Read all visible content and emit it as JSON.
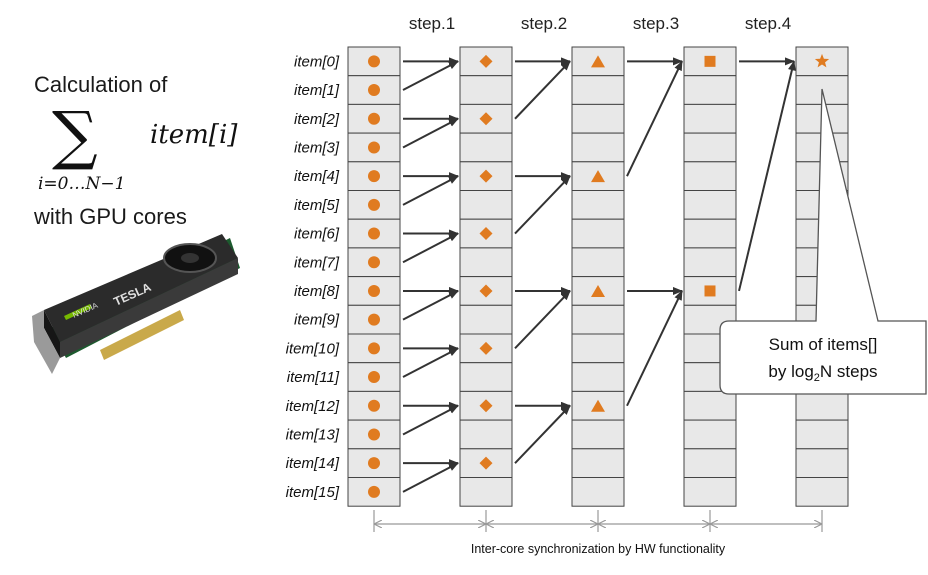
{
  "left_panel": {
    "line1": "Calculation of",
    "sum_symbol": "∑",
    "sum_lower": "i=0…N−1",
    "sum_expr": "item[i]",
    "line2": "with GPU cores",
    "gpu_brand": "TESLA",
    "gpu_vendor": "NVIDIA"
  },
  "steps": [
    "step.1",
    "step.2",
    "step.3",
    "step.4"
  ],
  "items": [
    "item[0]",
    "item[1]",
    "item[2]",
    "item[3]",
    "item[4]",
    "item[5]",
    "item[6]",
    "item[7]",
    "item[8]",
    "item[9]",
    "item[10]",
    "item[11]",
    "item[12]",
    "item[13]",
    "item[14]",
    "item[15]"
  ],
  "columns": [
    {
      "shape": "circle",
      "marked_rows": [
        0,
        1,
        2,
        3,
        4,
        5,
        6,
        7,
        8,
        9,
        10,
        11,
        12,
        13,
        14,
        15
      ]
    },
    {
      "shape": "diamond",
      "marked_rows": [
        0,
        2,
        4,
        6,
        8,
        10,
        12,
        14
      ]
    },
    {
      "shape": "triangle",
      "marked_rows": [
        0,
        4,
        8,
        12
      ]
    },
    {
      "shape": "square",
      "marked_rows": [
        0,
        8
      ]
    },
    {
      "shape": "star",
      "marked_rows": [
        0
      ]
    }
  ],
  "callout": {
    "line1": "Sum of items[]",
    "line2_prefix": "by log",
    "line2_sub": "2",
    "line2_suffix": "N steps"
  },
  "footer": "Inter-core synchronization by HW functionality",
  "colors": {
    "marker": "#e07b20",
    "cell_fill": "#e8e8e8",
    "cell_stroke": "#444444",
    "arrow": "#333333",
    "sync_line": "#999999"
  }
}
